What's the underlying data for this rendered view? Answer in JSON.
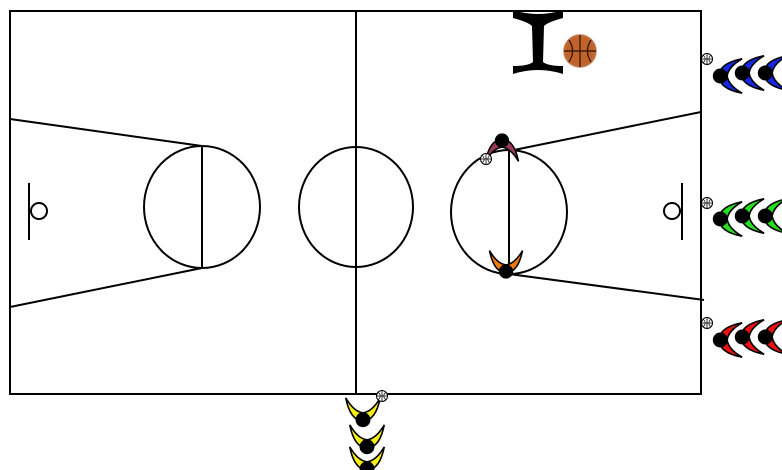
{
  "court": {
    "line_color": "#000000",
    "background": "#ffffff"
  },
  "equipment": {
    "tackling_dummy_icon": "tackling-dummy-icon",
    "ball_icon": "basketball-icon",
    "ball_color": "#c0622a"
  },
  "team_colors": {
    "blue": "#1428e6",
    "green": "#22e01b",
    "red": "#ee1111",
    "yellow": "#f7f012",
    "orange": "#f07a10",
    "maroon": "#98385e"
  },
  "player_lines": [
    {
      "name": "blue-line",
      "color": "blue",
      "count": 3,
      "has_ball": true
    },
    {
      "name": "green-line",
      "color": "green",
      "count": 3,
      "has_ball": true
    },
    {
      "name": "red-line",
      "color": "red",
      "count": 3,
      "has_ball": true
    },
    {
      "name": "yellow-line",
      "color": "yellow",
      "count": 3,
      "has_ball": true
    }
  ],
  "defenders": [
    {
      "name": "maroon-player",
      "color": "maroon",
      "has_ball": true
    },
    {
      "name": "orange-player",
      "color": "orange",
      "has_ball": false
    }
  ]
}
